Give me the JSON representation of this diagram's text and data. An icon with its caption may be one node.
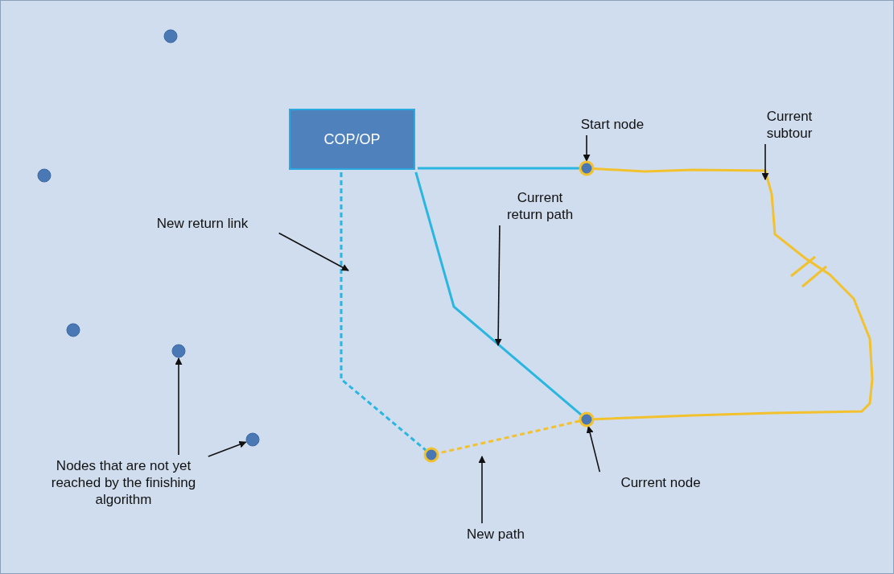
{
  "diagram": {
    "nodes": [
      {
        "text": [
          "COP/OP"
        ]
      },
      {
        "text": [],
        "shape": "circle"
      },
      {
        "text": [],
        "shape": "circle"
      },
      {
        "text": [],
        "shape": "circle"
      },
      {
        "text": [],
        "shape": "circle"
      },
      {
        "text": [],
        "shape": "circle"
      },
      {
        "text": [],
        "shape": "circle"
      },
      {
        "text": [],
        "shape": "circle"
      },
      {
        "text": [],
        "shape": "circle"
      },
      {
        "text": [
          "Start node"
        ]
      },
      {
        "text": [
          "Current subtour"
        ]
      },
      {
        "text": [
          "New return link"
        ]
      },
      {
        "text": [
          "Current return path"
        ]
      },
      {
        "text": [
          "Nodes that are not yet reached by the finishing algorithm"
        ]
      },
      {
        "text": [
          "Current node"
        ]
      },
      {
        "text": [
          "New path"
        ]
      }
    ],
    "edges": [
      {
        "from": 0,
        "to": 1,
        "arrow": "none",
        "color": "#29b6e0"
      },
      {
        "from": 0,
        "to": 2,
        "arrow": "none",
        "color": "#29b6e0"
      },
      {
        "from": 0,
        "to": 3,
        "arrow": "none",
        "style": "dashed",
        "color": "#29b6e0"
      },
      {
        "from": 1,
        "to": 2,
        "arrow": "none",
        "color": "#f2c12e"
      },
      {
        "from": 2,
        "to": 3,
        "arrow": "none",
        "style": "dashed",
        "color": "#f2c12e"
      },
      {
        "from": 9,
        "to": 1,
        "arrow": "to"
      },
      {
        "from": 10,
        "to": null,
        "arrow": "to"
      },
      {
        "from": 11,
        "to": null,
        "arrow": "to"
      },
      {
        "from": 12,
        "to": null,
        "arrow": "to"
      },
      {
        "from": 13,
        "to": 7,
        "arrow": "to"
      },
      {
        "from": 13,
        "to": 8,
        "arrow": "to"
      },
      {
        "from": 14,
        "to": 2,
        "arrow": "to"
      },
      {
        "from": 15,
        "to": null,
        "arrow": "to"
      }
    ]
  }
}
